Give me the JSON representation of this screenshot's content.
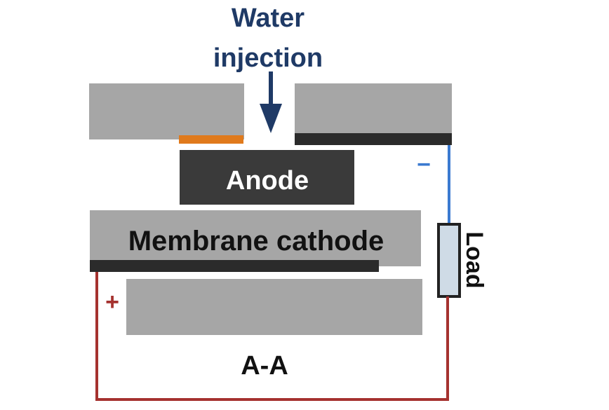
{
  "labels": {
    "water_line1": "Water",
    "water_line2": "injection",
    "anode": "Anode",
    "membrane_cathode": "Membrane cathode",
    "load": "Load",
    "section": "A-A",
    "minus_sign": "−",
    "plus_sign": "+"
  },
  "colors": {
    "background": "#ffffff",
    "block_gray": "#a6a6a6",
    "anode_fill": "#3a3a3a",
    "electrode_black": "#2b2b2b",
    "orange_strip": "#e07a1c",
    "water_label": "#1f3a66",
    "arrow": "#1f3a66",
    "wire_negative": "#3b7ad0",
    "wire_positive": "#a5322f",
    "load_fill": "#cfdbe6",
    "text_dark": "#111111",
    "text_white": "#ffffff"
  }
}
